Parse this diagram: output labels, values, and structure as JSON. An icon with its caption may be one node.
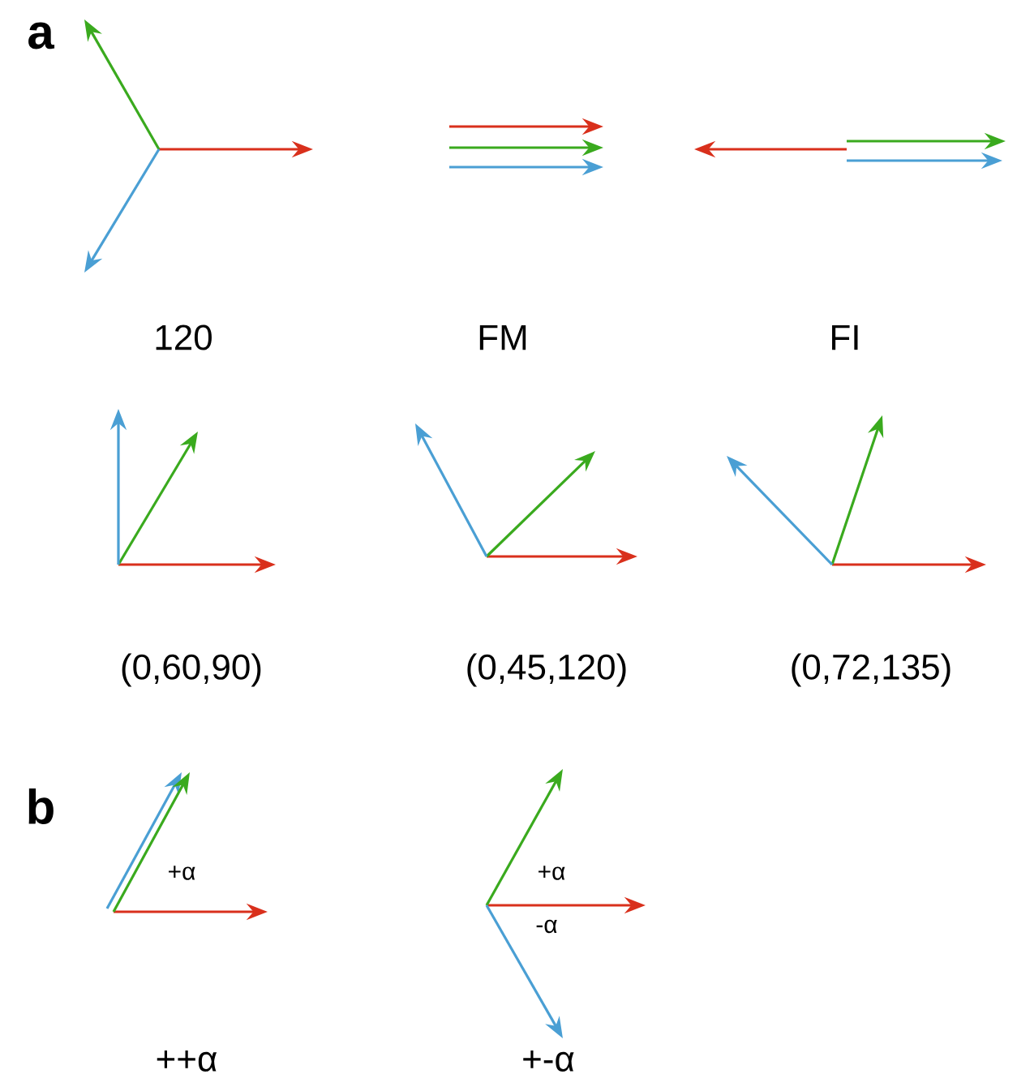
{
  "diagram": {
    "labels": [
      "a",
      "120",
      "FM",
      "FI",
      "(0,60,90)",
      "(0,45,120)",
      "(0,72,135)",
      "b",
      "+α",
      "+α",
      "-α",
      "++α",
      "+-α"
    ]
  }
}
